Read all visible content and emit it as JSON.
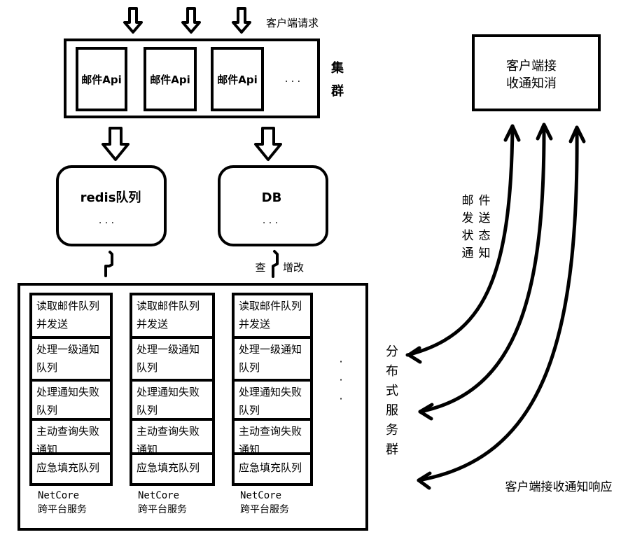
{
  "top_request_label": "客户端请求",
  "cluster": {
    "label_chars": [
      "集",
      "群"
    ],
    "api_labels": [
      "邮件Api",
      "邮件Api",
      "邮件Api"
    ],
    "more": "· · ·"
  },
  "redis": {
    "label": "redis队列",
    "more": "· · ·"
  },
  "db": {
    "label": "DB",
    "more": "· · ·"
  },
  "db_link": {
    "query": "查",
    "write": "增改"
  },
  "services": [
    {
      "tasks": [
        [
          "读取邮件队列",
          "并发送"
        ],
        [
          "处理一级通知",
          "队列"
        ],
        [
          "处理通知失败",
          "队列"
        ],
        [
          "主动查询失败",
          "通知"
        ],
        [
          "应急填充队列"
        ]
      ],
      "footer": [
        "NetCore",
        "跨平台服务"
      ]
    },
    {
      "tasks": [
        [
          "读取邮件队列",
          "并发送"
        ],
        [
          "处理一级通知",
          "队列"
        ],
        [
          "处理通知失败",
          "队列"
        ],
        [
          "主动查询失败",
          "通知"
        ],
        [
          "应急填充队列"
        ]
      ],
      "footer": [
        "NetCore",
        "跨平台服务"
      ]
    },
    {
      "tasks": [
        [
          "读取邮件队列",
          "并发送"
        ],
        [
          "处理一级通知",
          "队列"
        ],
        [
          "处理通知失败",
          "队列"
        ],
        [
          "主动查询失败",
          "通知"
        ],
        [
          "应急填充队列"
        ]
      ],
      "footer": [
        "NetCore",
        "跨平台服务"
      ]
    }
  ],
  "services_more": [
    "·",
    "·",
    "·"
  ],
  "distributed_label_chars": [
    "分",
    "布",
    "式",
    "服",
    "务",
    "群"
  ],
  "client_box": {
    "lines": [
      "客户端接",
      "收通知消"
    ]
  },
  "mail_status_chars": [
    [
      "邮",
      "件"
    ],
    [
      "发",
      "送"
    ],
    [
      "状",
      "态"
    ],
    [
      "通",
      "知"
    ]
  ],
  "client_response_label": "客户端接收通知响应"
}
